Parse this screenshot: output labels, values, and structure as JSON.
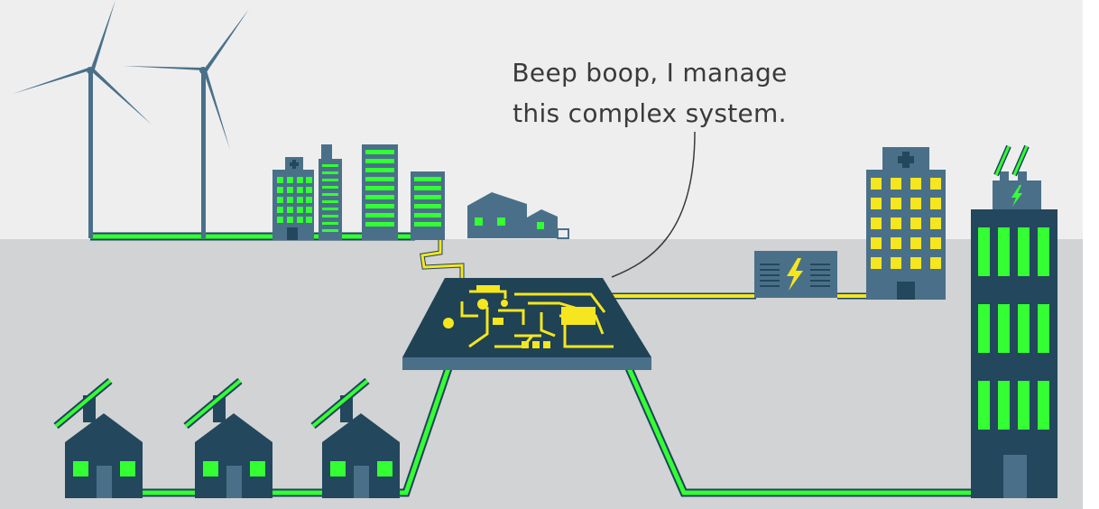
{
  "speech_bubble": {
    "line1": "Beep boop, I manage",
    "line2": "this complex system."
  },
  "colors": {
    "sky": "#eeeeef",
    "ground": "#d1d3d5",
    "building_slate": "#4a7089",
    "building_dark": "#23475c",
    "power_green": "#33ff33",
    "power_yellow": "#f5e61f",
    "circuit_board": "#1f4255"
  },
  "icons": {
    "transformer_symbol": "lightning-bolt",
    "power_plant_symbol": "lightning-bolt",
    "hospital_symbol": "medical-cross"
  }
}
